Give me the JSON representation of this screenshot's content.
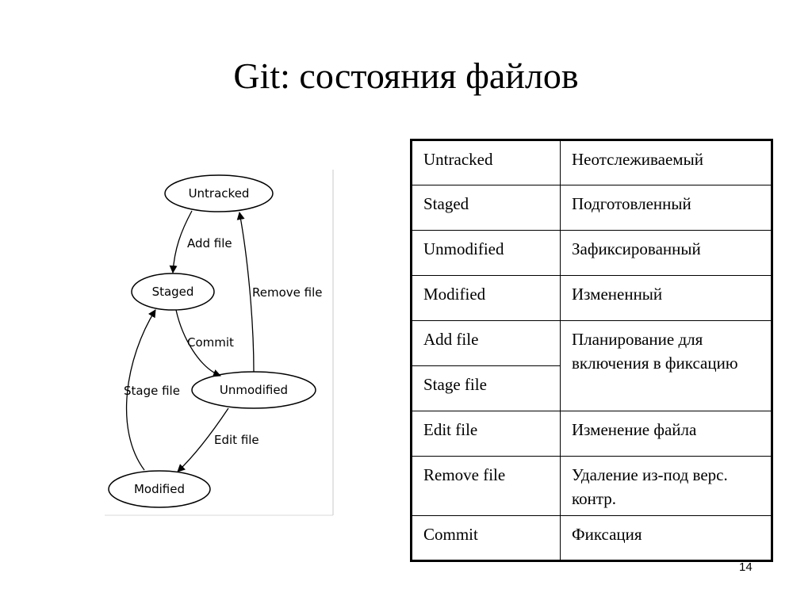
{
  "slide": {
    "title": "Git: состояния файлов",
    "page_number": "14"
  },
  "diagram": {
    "nodes": {
      "untracked": "Untracked",
      "staged": "Staged",
      "unmodified": "Unmodified",
      "modified": "Modified"
    },
    "edges": {
      "add_file": "Add file",
      "remove_file": "Remove file",
      "commit": "Commit",
      "stage_file": "Stage file",
      "edit_file": "Edit file"
    }
  },
  "table": {
    "rows": [
      {
        "term": "Untracked",
        "meaning": "Неотслеживаемый"
      },
      {
        "term": "Staged",
        "meaning": "Подготовленный"
      },
      {
        "term": "Unmodified",
        "meaning": "Зафиксированный"
      },
      {
        "term": "Modified",
        "meaning": "Измененный"
      },
      {
        "term": "Add file",
        "meaning": "Планирование для включения в фиксацию"
      },
      {
        "term": "Stage file",
        "meaning": ""
      },
      {
        "term": "Edit file",
        "meaning": "Изменение файла"
      },
      {
        "term": "Remove file",
        "meaning": "Удаление из-под верс. контр."
      },
      {
        "term": "Commit",
        "meaning": "Фиксация"
      }
    ]
  }
}
